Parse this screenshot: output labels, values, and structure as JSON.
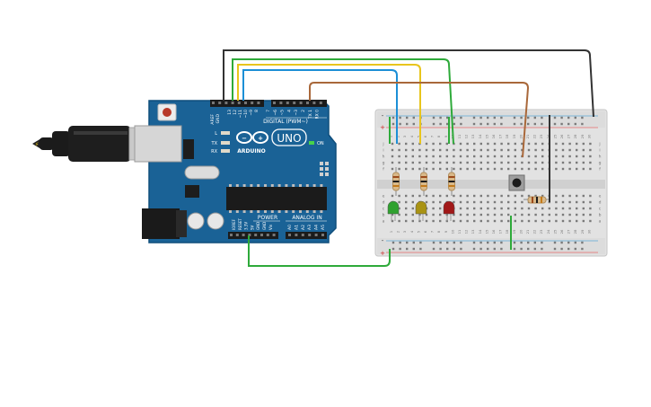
{
  "board": {
    "logo_text": "ARDUINO",
    "model": "UNO",
    "digital_label": "DIGITAL (PWM~)",
    "power_label": "POWER",
    "analog_label": "ANALOG IN",
    "on_label": "ON",
    "tx_label": "TX",
    "rx_label": "RX",
    "l_label": "L",
    "aref_label": "AREF",
    "gnd_label": "GND",
    "digital_pins": [
      "13",
      "12",
      "~11",
      "~10",
      "~9",
      "8",
      "7",
      "~6",
      "~5",
      "4",
      "~3",
      "2",
      "TX 1",
      "RX 0"
    ],
    "power_pins": [
      "IOREF",
      "RESET",
      "3.3V",
      "5V",
      "GND",
      "GND",
      "Vin"
    ],
    "analog_pins": [
      "A0",
      "A1",
      "A2",
      "A3",
      "A4",
      "A5"
    ]
  },
  "breadboard": {
    "row_letters_top": [
      "j",
      "i",
      "h",
      "g",
      "f"
    ],
    "row_letters_bottom": [
      "e",
      "d",
      "c",
      "b",
      "a"
    ],
    "column_numbers": [
      "1",
      "2",
      "3",
      "4",
      "5",
      "6",
      "7",
      "8",
      "9",
      "10",
      "11",
      "12",
      "13",
      "14",
      "15",
      "16",
      "17",
      "18",
      "19",
      "20",
      "21",
      "22",
      "23",
      "24",
      "25",
      "26",
      "27",
      "28",
      "29",
      "30"
    ],
    "rail_plus": "+",
    "rail_minus": "-"
  },
  "components": {
    "leds": [
      {
        "color_name": "green",
        "color": "#2fa12f"
      },
      {
        "color_name": "yellow",
        "color": "#a99314"
      },
      {
        "color_name": "red",
        "color": "#a11818"
      }
    ],
    "wire_colors": {
      "black": "#333333",
      "green": "#2eaa3a",
      "yellow": "#e8c51d",
      "blue": "#1c8fd6",
      "brown": "#a9683a"
    }
  }
}
